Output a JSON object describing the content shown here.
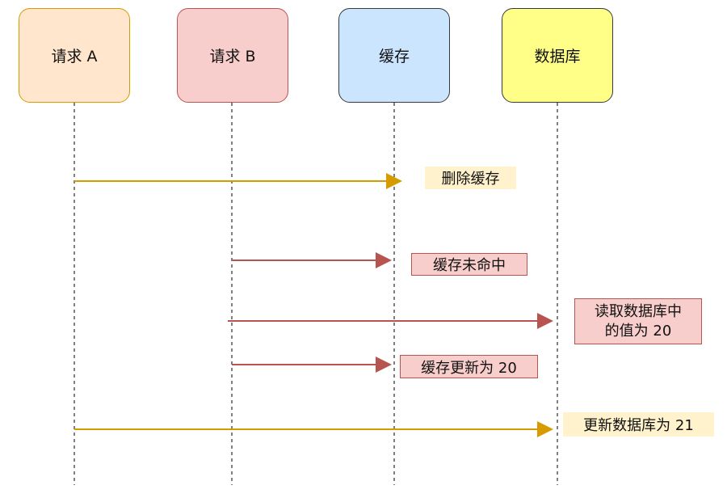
{
  "actors": [
    {
      "label": "请求 A",
      "fill": "#ffe6cc",
      "stroke": "#d79b00"
    },
    {
      "label": "请求 B",
      "fill": "#f8cecc",
      "stroke": "#b85450"
    },
    {
      "label": "缓存",
      "fill": "#cce5ff",
      "stroke": "#36393d"
    },
    {
      "label": "数据库",
      "fill": "#ffff88",
      "stroke": "#36393d"
    }
  ],
  "messages": [
    {
      "text": "删除缓存"
    },
    {
      "text": "缓存未命中"
    },
    {
      "line1": "读取数据库中",
      "line2": "的值为 20"
    },
    {
      "text": "缓存更新为 20"
    },
    {
      "text": "更新数据库为 21"
    }
  ],
  "colors": {
    "request_a_arrow": "#d79b00",
    "request_b_arrow": "#b85450",
    "orange_label_bg": "#fff2cc",
    "red_label_bg": "#f8cecc",
    "red_label_border": "#b85450",
    "lifeline": "#000000"
  }
}
